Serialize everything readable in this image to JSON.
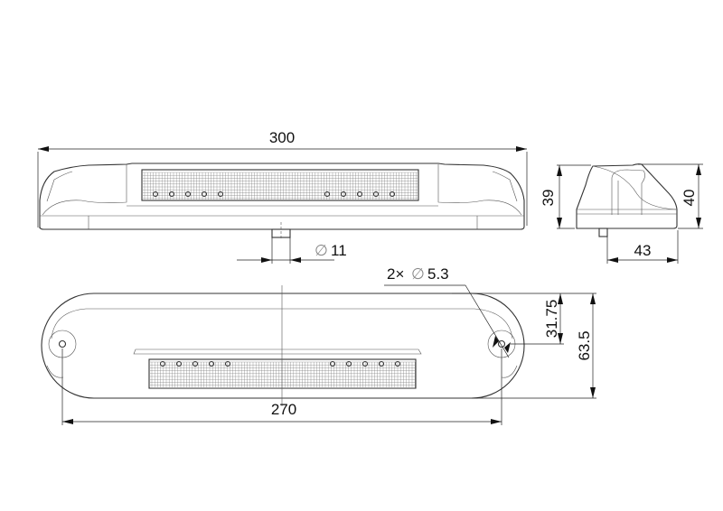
{
  "drawing": {
    "views": [
      "top-view",
      "side-view",
      "bottom-view"
    ],
    "dimensions": {
      "overall_length": "300",
      "stud_diameter_symbol": "∅",
      "stud_diameter": "11",
      "side_height_left": "39",
      "side_height_right": "40",
      "side_depth": "43",
      "hole_count": "2×",
      "hole_diameter_symbol": "∅",
      "hole_diameter": "5.3",
      "half_width": "31.75",
      "overall_width": "63.5",
      "hole_spacing": "270"
    },
    "colors": {
      "line": "#333333",
      "background": "#ffffff"
    }
  }
}
